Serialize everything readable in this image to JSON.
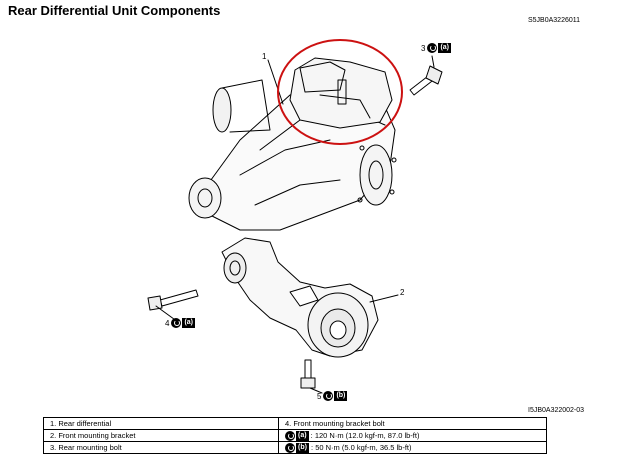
{
  "page": {
    "title": "Rear Differential Unit Components",
    "code_top": "S5JB0A3226011",
    "code_bottom": "I5JB0A322002-03"
  },
  "callouts": [
    {
      "number": "1"
    },
    {
      "number": "2"
    },
    {
      "number": "3",
      "torque_ref": "(a)"
    },
    {
      "number": "4",
      "torque_ref": "(a)"
    },
    {
      "number": "5",
      "torque_ref": "(b)"
    }
  ],
  "legend": {
    "rows": [
      {
        "left": "1.   Rear differential",
        "right": "4.   Front mounting bracket bolt"
      },
      {
        "left": "2.   Front mounting bracket",
        "right_ref": "(a)",
        "right": "120 N·m (12.0 kgf-m, 87.0 lb-ft)"
      },
      {
        "left": "3.   Rear mounting bolt",
        "right_ref": "(b)",
        "right": "50 N·m (5.0 kgf-m, 36.5 lb-ft)"
      }
    ]
  },
  "colors": {
    "highlight_circle": "#cc1111",
    "line": "#000000"
  },
  "icons": [
    "tightening-torque-icon"
  ]
}
